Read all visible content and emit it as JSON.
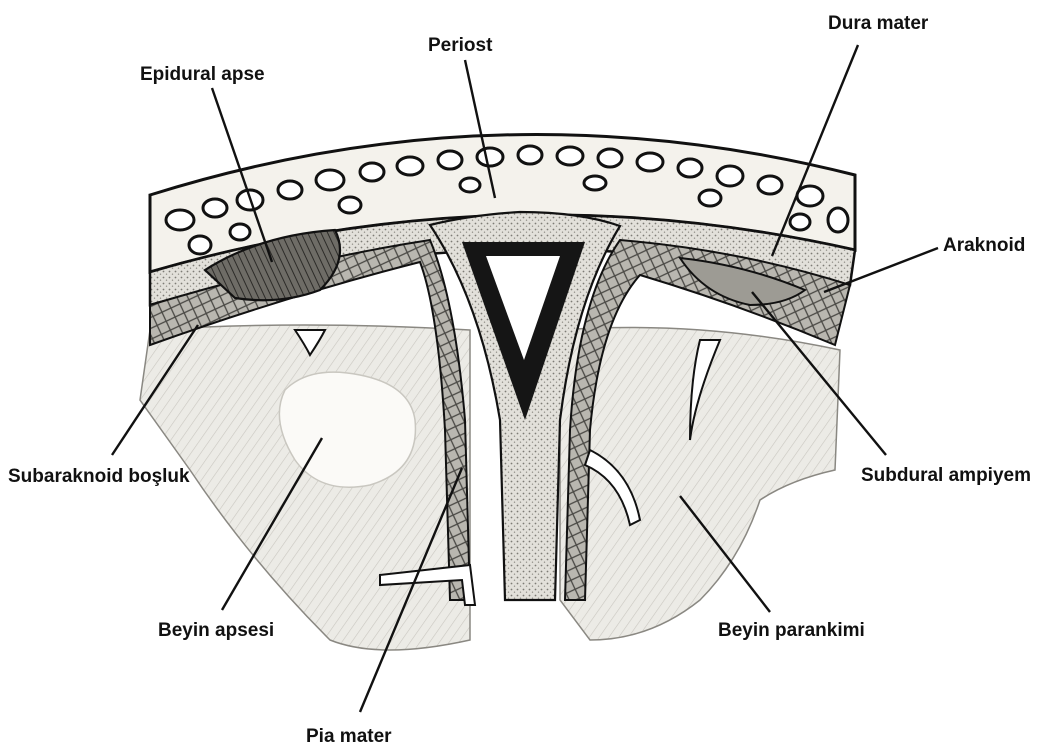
{
  "labels": {
    "epidural_abscess": "Epidural apse",
    "periosteum": "Periost",
    "dura_mater": "Dura mater",
    "arachnoid": "Araknoid",
    "subarachnoid_space": "Subaraknoid boşluk",
    "subdural_empyema": "Subdural ampiyem",
    "brain_abscess": "Beyin apsesi",
    "pia_mater": "Pia mater",
    "brain_parenchyma": "Beyin parankimi"
  },
  "colors": {
    "ink": "#111111",
    "bone": "#f4f2ec",
    "dura": "#d8d6cf",
    "arachnoid_cells": "#9c9a92",
    "brain": "#e9e7e1",
    "sinus": "#151515",
    "abscess": "#fbfaf7"
  }
}
